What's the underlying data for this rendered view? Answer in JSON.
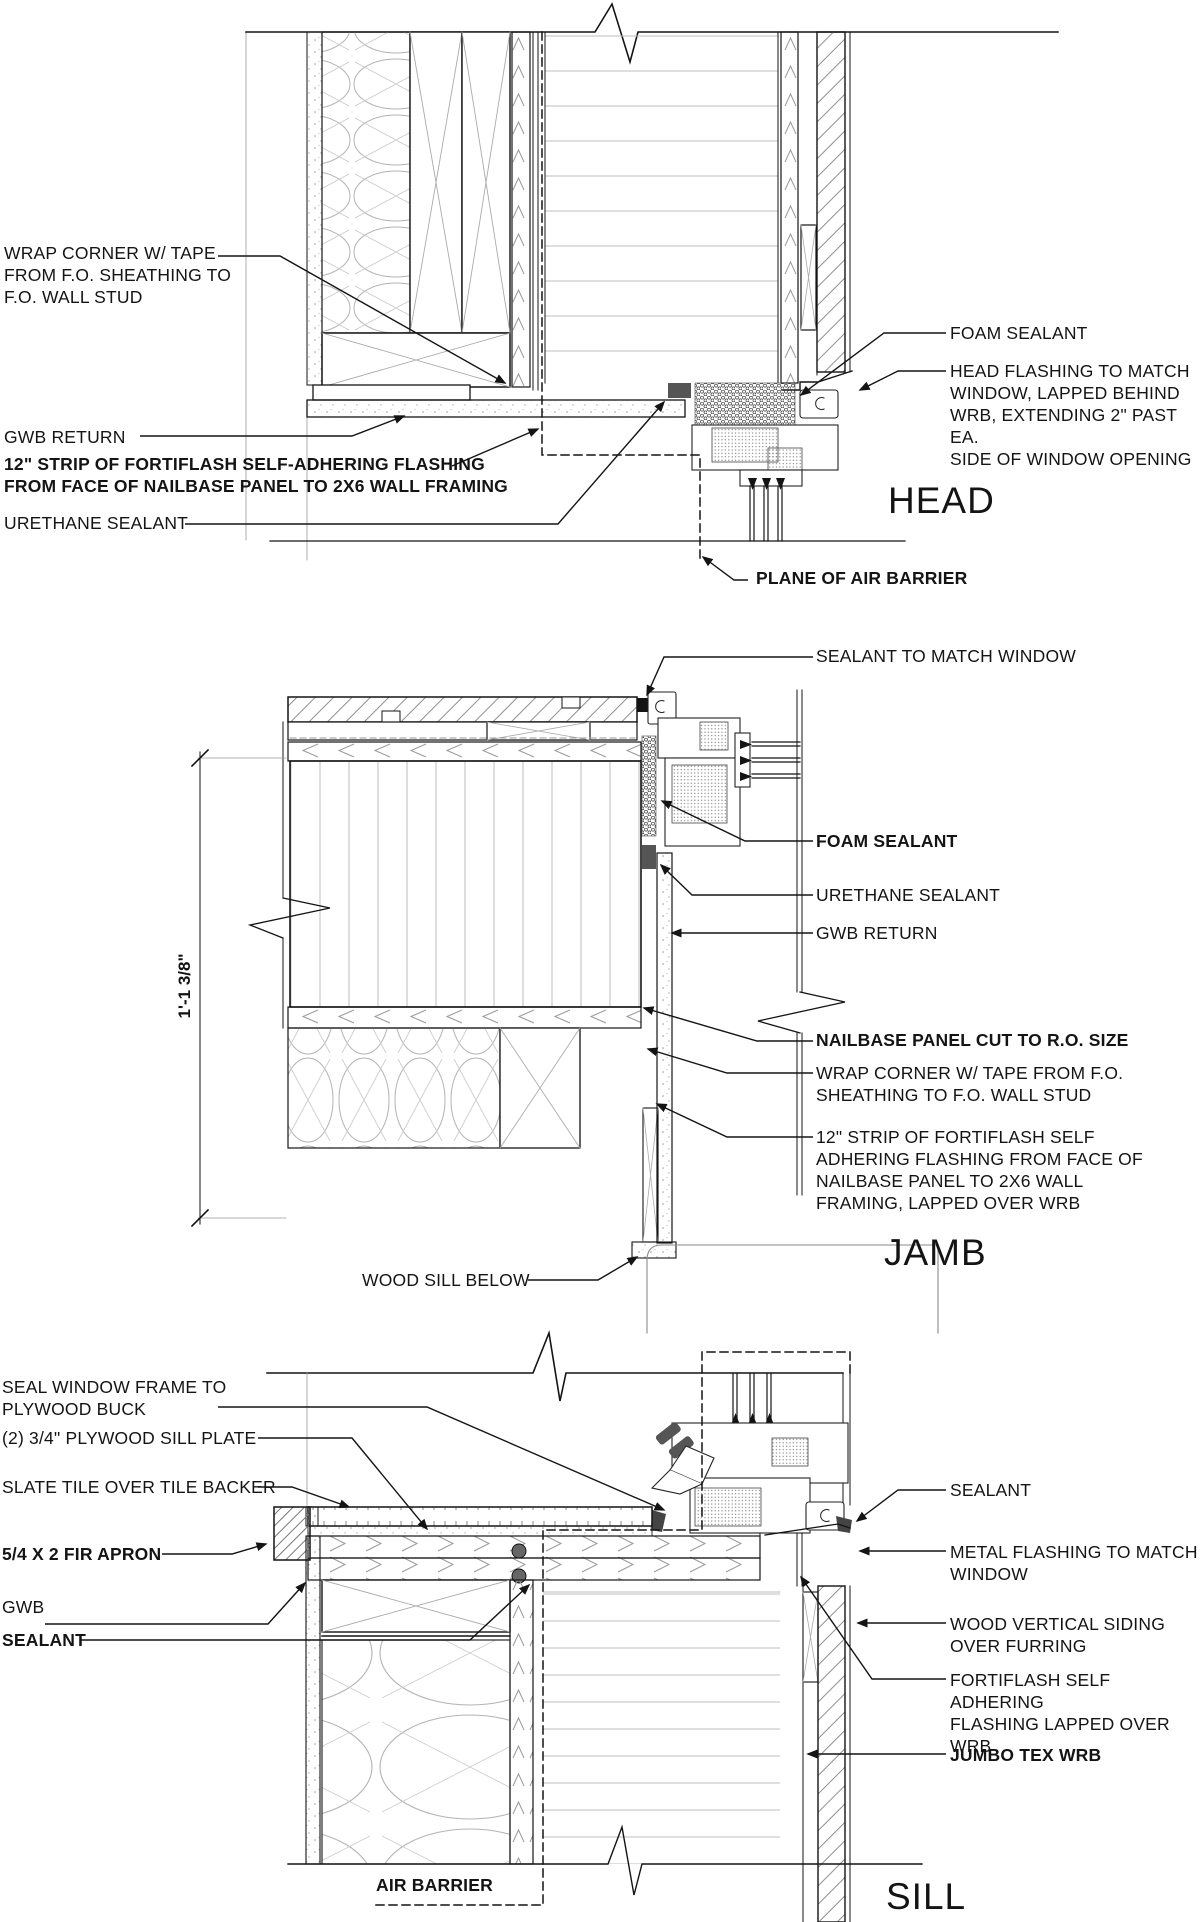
{
  "page": {
    "background": "#ffffff",
    "ink": "#141414",
    "hatch_gray": "#999999"
  },
  "head": {
    "title": "HEAD",
    "labels": {
      "wrap_corner": "WRAP CORNER W/ TAPE\nFROM F.O. SHEATHING TO\nF.O. WALL STUD",
      "gwb_return": "GWB RETURN",
      "fortiflash_strip": "12\" STRIP OF FORTIFLASH SELF-ADHERING FLASHING\nFROM FACE OF NAILBASE PANEL TO 2X6 WALL FRAMING",
      "urethane_sealant": "URETHANE SEALANT",
      "foam_sealant": "FOAM SEALANT",
      "head_flashing": "HEAD FLASHING TO MATCH\nWINDOW, LAPPED BEHIND\nWRB, EXTENDING 2\" PAST EA.\nSIDE OF WINDOW OPENING",
      "plane_of_air_barrier": "PLANE OF AIR BARRIER"
    }
  },
  "jamb": {
    "title": "JAMB",
    "dimension": "1'-1 3/8\"",
    "labels": {
      "sealant_to_match": "SEALANT TO MATCH WINDOW",
      "foam_sealant": "FOAM SEALANT",
      "urethane_sealant": "URETHANE SEALANT",
      "gwb_return": "GWB RETURN",
      "nailbase_panel": "NAILBASE PANEL CUT TO R.O. SIZE",
      "wrap_corner": "WRAP CORNER W/ TAPE FROM F.O.\nSHEATHING TO F.O. WALL STUD",
      "fortiflash_strip": "12\" STRIP OF FORTIFLASH SELF\nADHERING FLASHING FROM FACE OF\nNAILBASE PANEL TO 2X6 WALL\nFRAMING, LAPPED OVER WRB",
      "wood_sill_below": "WOOD SILL BELOW"
    }
  },
  "sill": {
    "title": "SILL",
    "labels": {
      "seal_window_frame": "SEAL WINDOW FRAME TO\nPLYWOOD BUCK",
      "plywood_sill_plate": "(2) 3/4\" PLYWOOD SILL PLATE",
      "slate_tile": "SLATE TILE OVER TILE BACKER",
      "fir_apron": "5/4 X 2 FIR APRON",
      "gwb": "GWB",
      "sealant_left": "SEALANT",
      "sealant_right": "SEALANT",
      "metal_flashing": "METAL FLASHING TO MATCH\nWINDOW",
      "wood_siding": "WOOD VERTICAL SIDING\nOVER FURRING",
      "fortiflash_lapped": "FORTIFLASH SELF ADHERING\nFLASHING LAPPED OVER WRB",
      "jumbo_tex": "JUMBO TEX WRB",
      "air_barrier": "AIR BARRIER"
    }
  }
}
